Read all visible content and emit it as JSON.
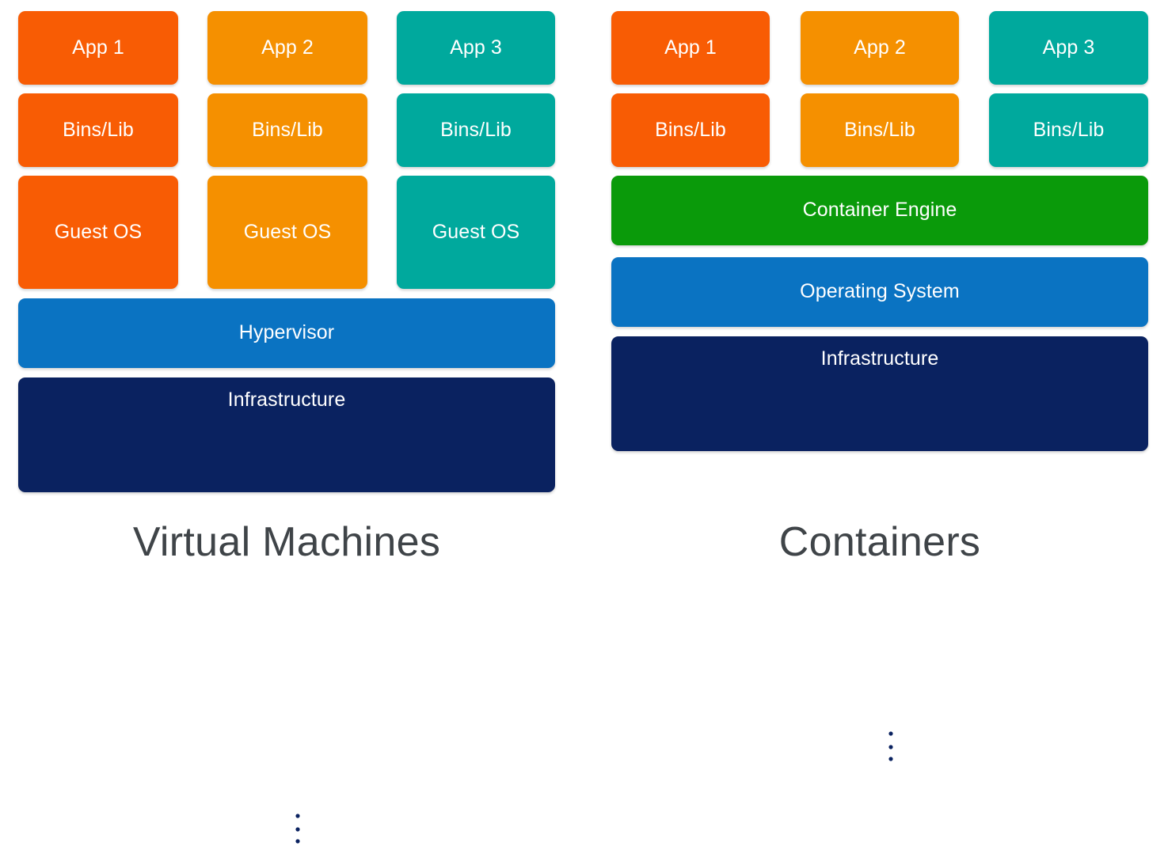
{
  "diagram": {
    "title_left": "Virtual Machines",
    "title_right": "Containers",
    "background": "#ffffff",
    "footer_text_color": "#3f4448"
  },
  "palette": {
    "orange_red": "#F85C04",
    "amber": "#F59000",
    "teal": "#00A99D",
    "blue": "#0A73C2",
    "navy": "#0A2260",
    "green": "#0A9A0A",
    "white": "#FFFFFF"
  },
  "vm": {
    "label": "Virtual Machines",
    "columns": [
      {
        "app": "App 1",
        "bins": "Bins/Lib",
        "guest": "Guest OS",
        "color": "#F85C04"
      },
      {
        "app": "App 2",
        "bins": "Bins/Lib",
        "guest": "Guest OS",
        "color": "#F59000"
      },
      {
        "app": "App 3",
        "bins": "Bins/Lib",
        "guest": "Guest OS",
        "color": "#00A99D"
      }
    ],
    "hypervisor": {
      "label": "Hypervisor",
      "color": "#0A73C2"
    },
    "infrastructure": {
      "label": "Infrastructure",
      "color": "#0A2260",
      "icons": [
        "laptop-icon",
        "database-icon",
        "cloud-icon"
      ]
    }
  },
  "containers": {
    "label": "Containers",
    "columns": [
      {
        "app": "App 1",
        "bins": "Bins/Lib",
        "color": "#F85C04"
      },
      {
        "app": "App 2",
        "bins": "Bins/Lib",
        "color": "#F59000"
      },
      {
        "app": "App 3",
        "bins": "Bins/Lib",
        "color": "#00A99D"
      }
    ],
    "container_engine": {
      "label": "Container Engine",
      "color": "#0A9A0A"
    },
    "operating_system": {
      "label": "Operating System",
      "color": "#0A73C2"
    },
    "infrastructure": {
      "label": "Infrastructure",
      "color": "#0A2260",
      "icons": [
        "laptop-icon",
        "database-icon",
        "cloud-icon"
      ]
    }
  }
}
